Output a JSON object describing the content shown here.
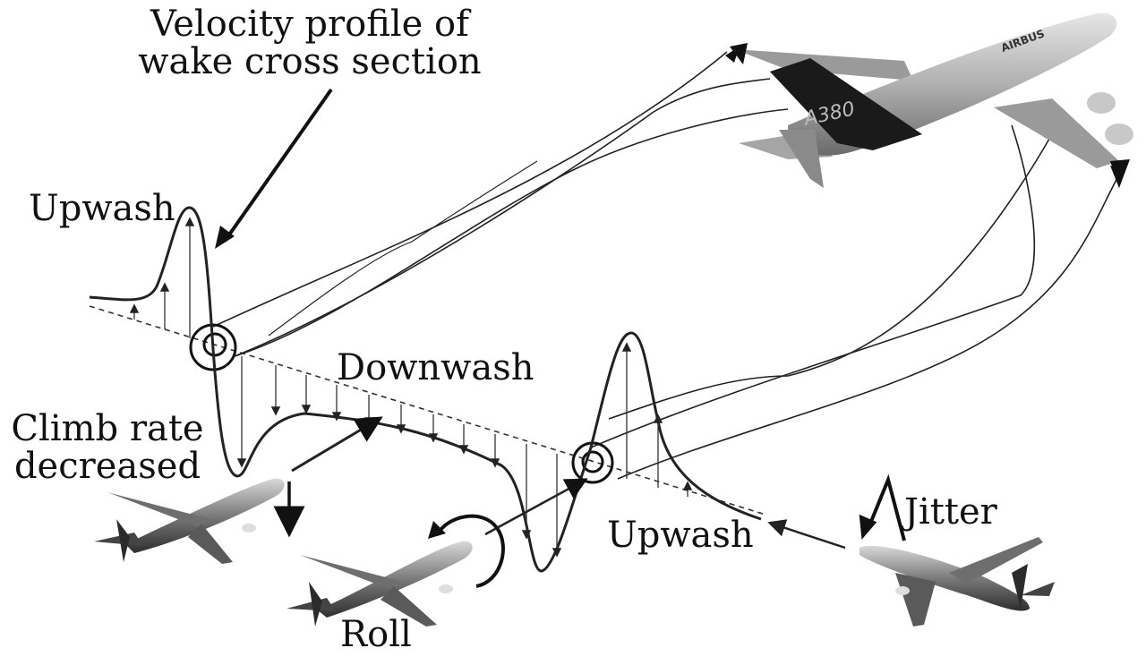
{
  "diagram": {
    "subject": "Aircraft wake vortex encounter",
    "labels": {
      "title_line1": "Velocity profile of",
      "title_line2": "wake cross section",
      "upwash_left": "Upwash",
      "downwash": "Downwash",
      "climb_line1": "Climb rate",
      "climb_line2": "decreased",
      "upwash_right": "Upwash",
      "jitter": "Jitter",
      "roll": "Roll"
    },
    "aircraft": [
      {
        "role": "generator",
        "type": "A380",
        "tail_text": "A380",
        "livery_text": "AIRBUS"
      },
      {
        "role": "follower",
        "effect": "Climb rate decreased"
      },
      {
        "role": "follower",
        "effect": "Roll"
      },
      {
        "role": "follower",
        "effect": "Jitter"
      }
    ],
    "colors": {
      "ink": "#111111",
      "line": "#222222",
      "tail_dark": "#1a1a1a",
      "fuselage": "#b8b8b8",
      "wing": "#9a9a9a"
    }
  }
}
